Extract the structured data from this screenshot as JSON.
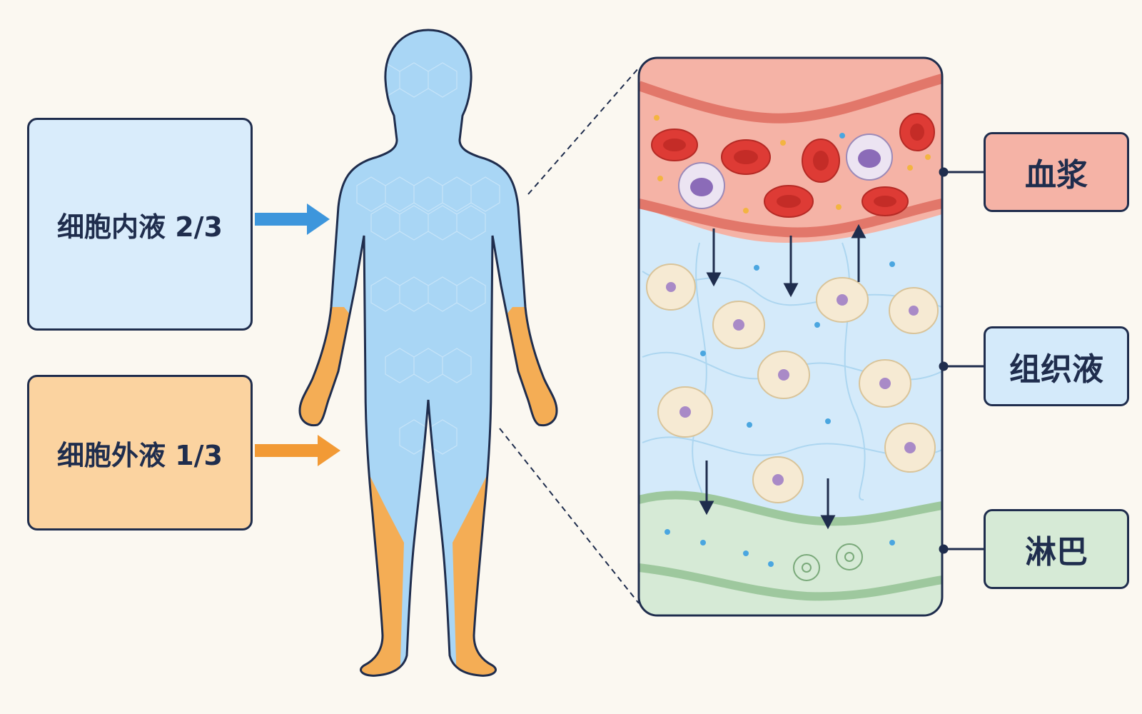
{
  "left_labels": {
    "intracellular": "细胞内液 2/3",
    "extracellular": "细胞外液 1/3"
  },
  "right_labels": {
    "plasma": "血浆",
    "tissue_fluid": "组织液",
    "lymph": "淋巴"
  },
  "colors": {
    "intracellular_fill": "#d9ecfb",
    "extracellular_fill": "#fbd3a0",
    "plasma_fill": "#f5b3a6",
    "tissue_fill": "#d4eafa",
    "lymph_fill": "#d6ead6",
    "body_blue": "#a9d6f5",
    "body_orange": "#f4ad55",
    "arrow_blue": "#3d96dc",
    "arrow_orange": "#f29a35",
    "outline": "#1f2d4d"
  }
}
